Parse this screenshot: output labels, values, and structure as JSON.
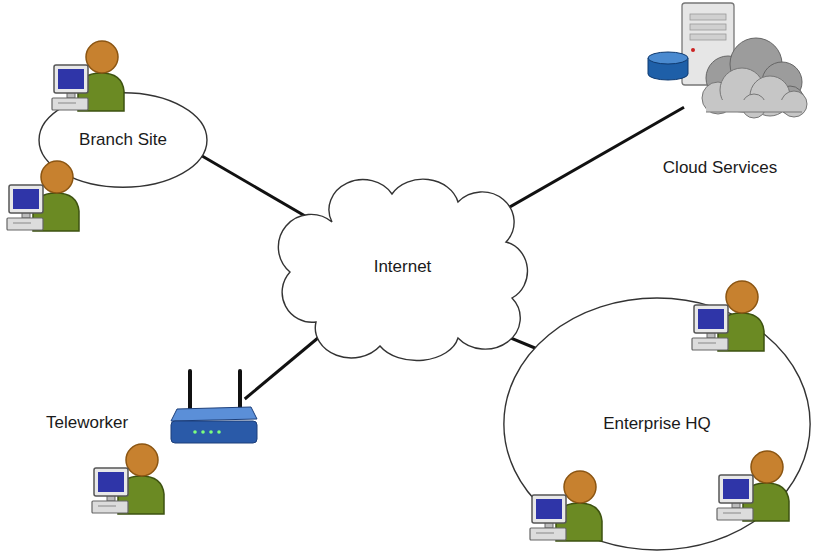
{
  "diagram": {
    "nodes": [
      {
        "text": [
          "Branch Site"
        ]
      },
      {
        "text": [
          "Cloud Services"
        ]
      },
      {
        "text": [
          "Internet"
        ]
      },
      {
        "text": [
          "Teleworker"
        ]
      },
      {
        "text": [
          "Enterprise HQ"
        ]
      }
    ],
    "edges": [
      {
        "from": 0,
        "to": 2,
        "arrow": "none"
      },
      {
        "from": 1,
        "to": 2,
        "arrow": "none"
      },
      {
        "from": 3,
        "to": 2,
        "arrow": "none"
      },
      {
        "from": 4,
        "to": 2,
        "arrow": "none"
      }
    ]
  }
}
